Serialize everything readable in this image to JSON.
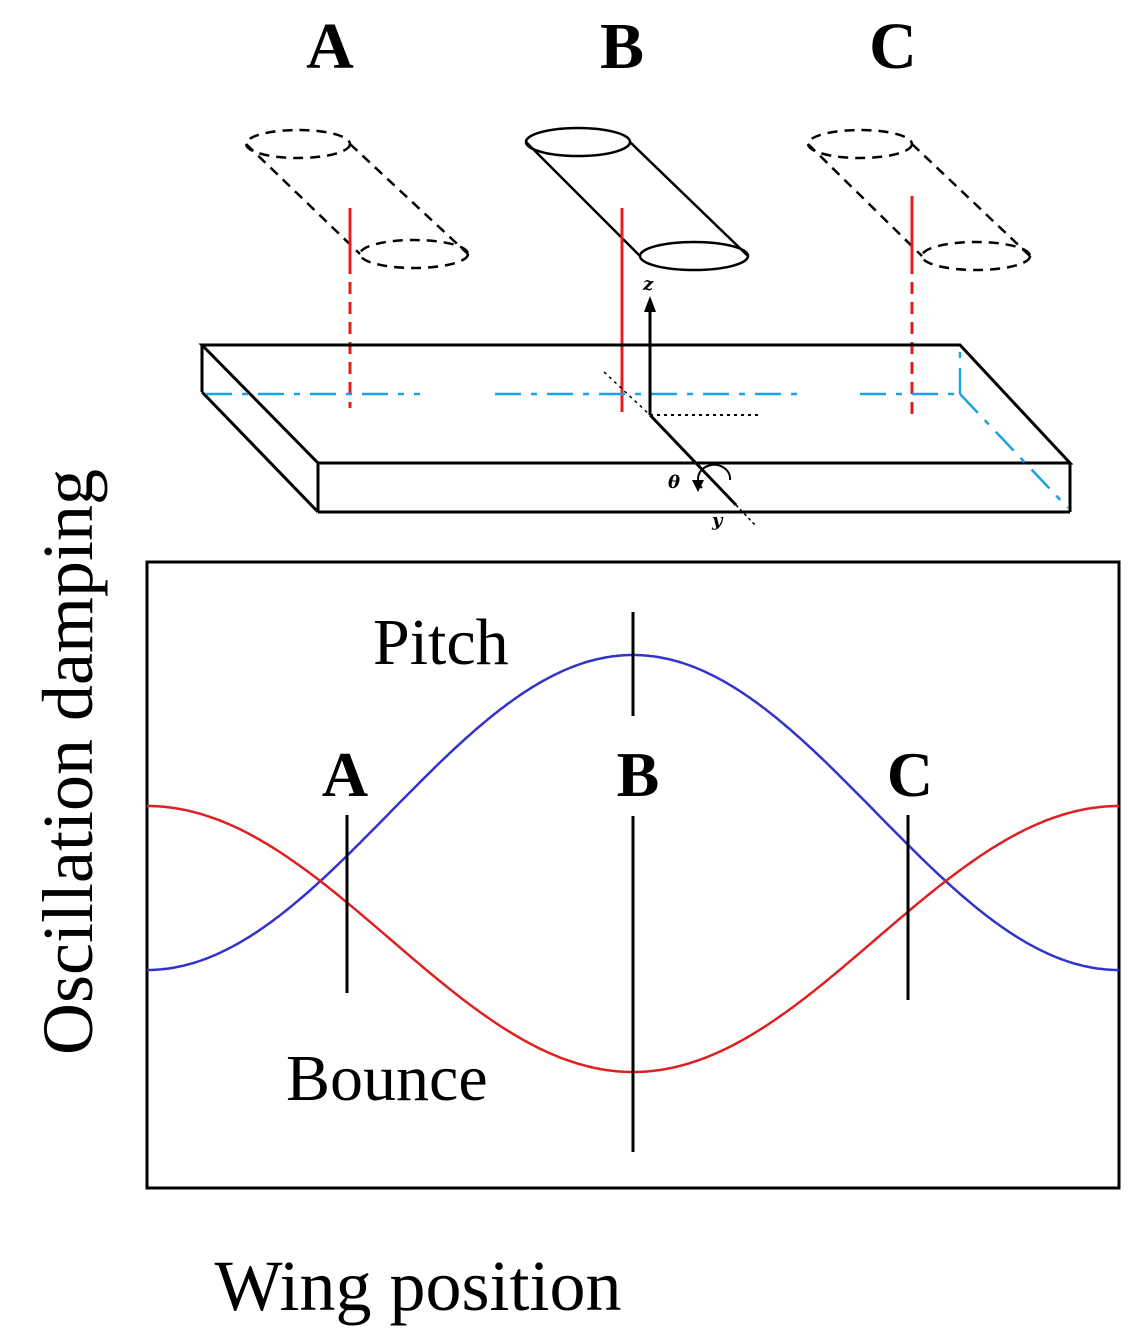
{
  "wing_labels": {
    "a": "A",
    "b": "B",
    "c": "C"
  },
  "frame_axes": {
    "z": "z",
    "y": "y",
    "theta": "θ"
  },
  "plot": {
    "markers": {
      "a": "A",
      "b": "B",
      "c": "C"
    },
    "pitch_label": "Pitch",
    "bounce_label": "Bounce",
    "pitch_color": "#3333cc",
    "bounce_color": "#e02020"
  },
  "axis": {
    "ylabel": "Oscillation damping",
    "xlabel": "Wing position"
  },
  "colors": {
    "mount_line": "#e02020",
    "mid_plane": "#1aa3e0",
    "outline": "#000000"
  }
}
